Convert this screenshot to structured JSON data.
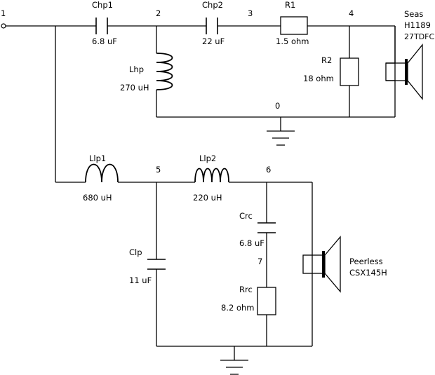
{
  "nodes": {
    "n1": "1",
    "n2": "2",
    "n3": "3",
    "n4": "4",
    "n5": "5",
    "n6": "6",
    "n7": "7",
    "n0": "0"
  },
  "components": {
    "chp1": {
      "name": "Chp1",
      "value": "6.8 uF"
    },
    "chp2": {
      "name": "Chp2",
      "value": "22 uF"
    },
    "r1": {
      "name": "R1",
      "value": "1.5 ohm"
    },
    "r2": {
      "name": "R2",
      "value": "18 ohm"
    },
    "lhp": {
      "name": "Lhp",
      "value": "270 uH"
    },
    "llp1": {
      "name": "Llp1",
      "value": "680 uH"
    },
    "llp2": {
      "name": "Llp2",
      "value": "220 uH"
    },
    "crc": {
      "name": "Crc",
      "value": "6.8 uF"
    },
    "clp": {
      "name": "Clp",
      "value": "11 uF"
    },
    "rrc": {
      "name": "Rrc",
      "value": "8.2 ohm"
    }
  },
  "speakers": {
    "tweeter": {
      "line1": "Seas",
      "line2": "H1189",
      "line3": "27TDFC"
    },
    "woofer": {
      "line1": "Peerless",
      "line2": "CSX145H"
    }
  }
}
